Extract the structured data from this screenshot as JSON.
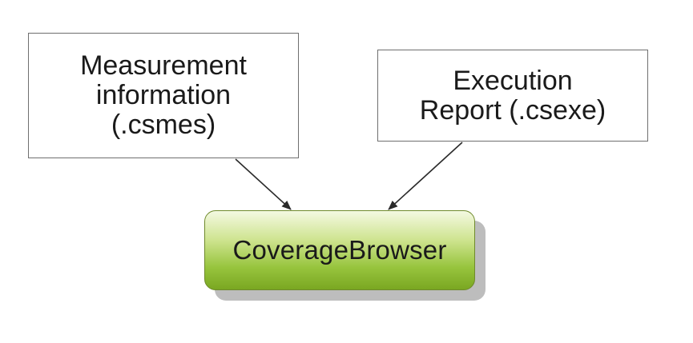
{
  "diagram": {
    "source_boxes": [
      {
        "id": "measurement",
        "label": "Measurement\ninformation\n(.csmes)"
      },
      {
        "id": "execution",
        "label": "Execution\nReport (.csexe)"
      }
    ],
    "target_node": {
      "label": "CoverageBrowser",
      "color": "#97c43d"
    },
    "edges": [
      {
        "from": "measurement",
        "to": "target_node"
      },
      {
        "from": "execution",
        "to": "target_node"
      }
    ]
  }
}
